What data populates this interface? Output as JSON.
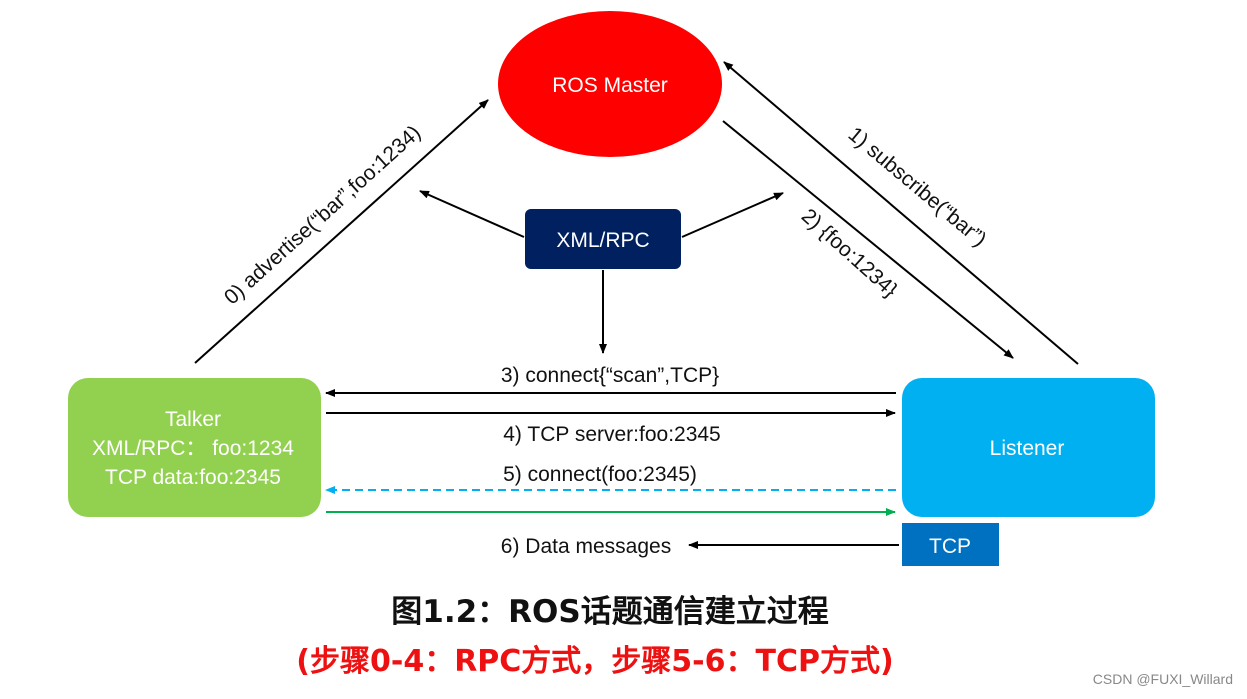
{
  "nodes": {
    "master": {
      "label": "ROS Master",
      "color": "#ff0000"
    },
    "xmlrpc": {
      "label": "XML/RPC",
      "color": "#002060"
    },
    "talker": {
      "line1": "Talker",
      "line2": "XML/RPC：  foo:1234",
      "line3": "TCP data:foo:2345",
      "color": "#92d050"
    },
    "listener": {
      "label": "Listener",
      "color": "#00b0f0"
    },
    "tcp": {
      "label": "TCP",
      "color": "#0070c0"
    }
  },
  "edges": {
    "advertise": "0) advertise(“bar”,foo:1234)",
    "subscribe": "1) subscribe(“bar”)",
    "reply": "2) {foo:1234}",
    "connect_scan": "3) connect{“scan”,TCP}",
    "tcp_server": "4) TCP server:foo:2345",
    "connect_foo": "5) connect(foo:2345)",
    "data_messages": "6) Data messages"
  },
  "colors": {
    "dashed_arrow": "#00b0f0",
    "green_arrow": "#00b050"
  },
  "caption": {
    "title": "图1.2：ROS话题通信建立过程",
    "subtitle": "(步骤0-4：RPC方式，步骤5-6：TCP方式)"
  },
  "watermark": "CSDN @FUXI_Willard"
}
